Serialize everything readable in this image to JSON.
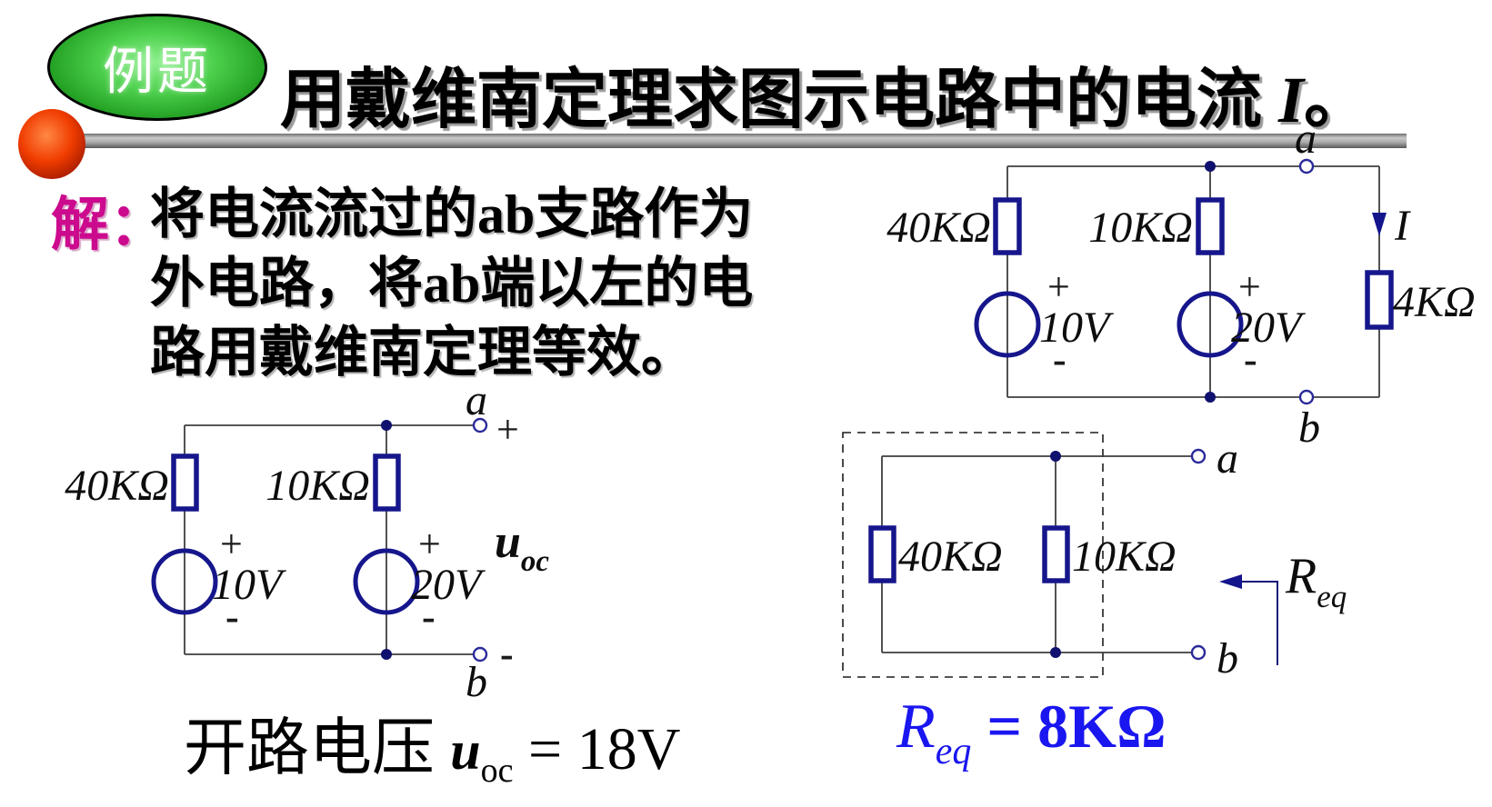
{
  "badge": {
    "label": "例题"
  },
  "title": {
    "pre": "用戴维南定理求图示电路中的电流 ",
    "var": "I",
    "post": "。"
  },
  "solution": {
    "prefix": "解：",
    "line1": "将电流流过的ab支路作为",
    "line2": "外电路，将ab端以左的电",
    "line3": "路用戴维南定理等效。"
  },
  "circuits": {
    "top_right": {
      "r_left": "40KΩ",
      "r_mid": "10KΩ",
      "r_right": "4KΩ",
      "src_left": "10V",
      "src_right": "20V",
      "current": "I",
      "node_a": "a",
      "node_b": "b",
      "plus": "+",
      "minus": "-"
    },
    "open_circuit": {
      "r_left": "40KΩ",
      "r_mid": "10KΩ",
      "src_left": "10V",
      "src_right": "20V",
      "node_a": "a",
      "node_b": "b",
      "plus": "+",
      "minus": "-",
      "term_plus": "+",
      "term_minus": "-",
      "uoc_var": "u",
      "uoc_sub": "oc"
    },
    "req_circuit": {
      "r_left": "40KΩ",
      "r_mid": "10KΩ",
      "node_a": "a",
      "node_b": "b",
      "req_var": "R",
      "req_sub": "eq"
    }
  },
  "results": {
    "uoc": {
      "prefix": "开路电压 ",
      "var": "u",
      "sub": "oc",
      "value": " = 18V"
    },
    "req": {
      "var": "R",
      "sub": "eq",
      "value": " = 8KΩ"
    }
  },
  "colors": {
    "component_navy": "#16168c",
    "wire_gray": "#3f3f3f",
    "result_blue": "#1a16f0",
    "solution_magenta": "#cc0a8e",
    "badge_green": "#2eb82e"
  }
}
